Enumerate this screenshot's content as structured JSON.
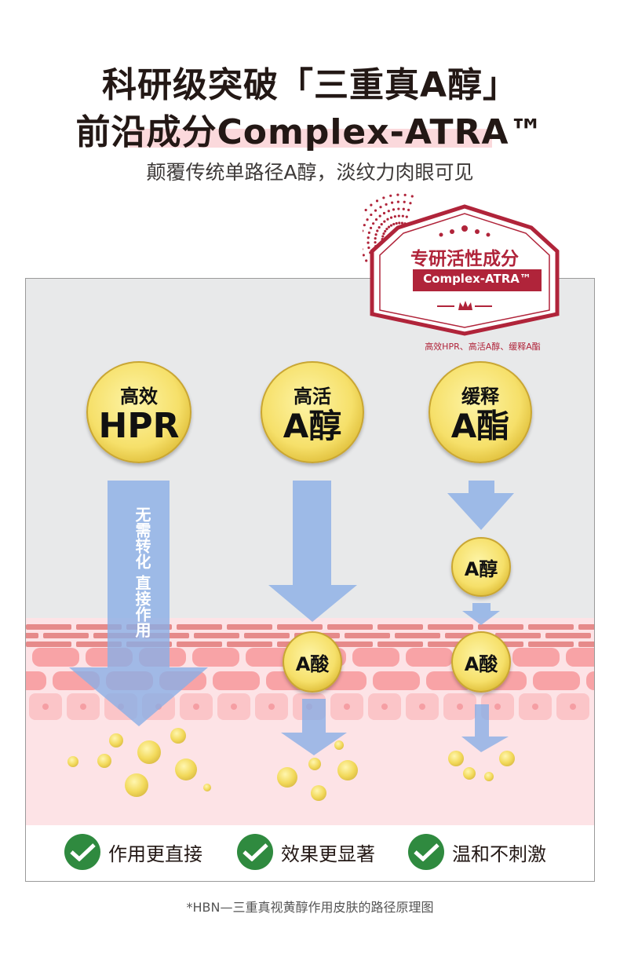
{
  "title": {
    "line1": "科研级突破「三重真A醇」",
    "line2": "前沿成分Complex-ATRA™",
    "subtitle": "颠覆传统单路径A醇，淡纹力肉眼可见"
  },
  "badge": {
    "title": "专研活性成分",
    "name": "Complex-ATRA™",
    "caption": "高效HPR、高活A醇、缓释A酯"
  },
  "ingredients": [
    {
      "top": "高效",
      "main": "HPR"
    },
    {
      "top": "高活",
      "main": "A醇"
    },
    {
      "top": "缓释",
      "main": "A酯"
    }
  ],
  "arrow_text": "无需转化 直接作用",
  "intermediate": "A醇",
  "acid_label": "A酸",
  "benefits": [
    "作用更直接",
    "效果更显著",
    "温和不刺激"
  ],
  "footnote": "*HBN—三重真视黄醇作用皮肤的路径原理图",
  "colors": {
    "arrow": "#93b3e8",
    "check": "#2f8a3f",
    "badge": "#b0243a",
    "skin": "#fde3e6"
  }
}
